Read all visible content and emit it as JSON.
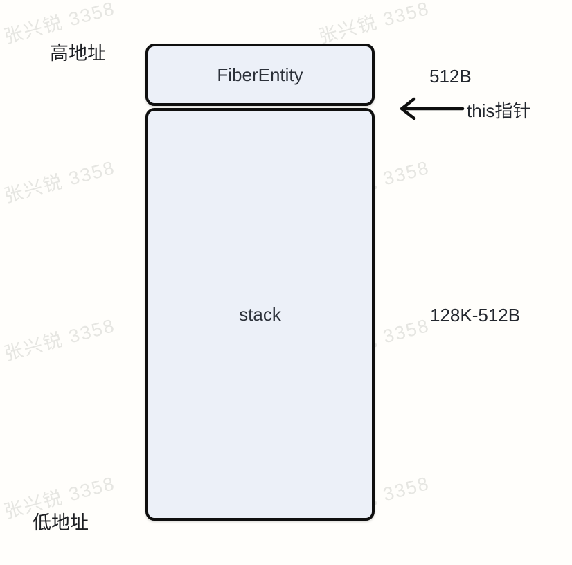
{
  "watermark": {
    "text": "张兴锐 3358"
  },
  "labels": {
    "high_address": "高地址",
    "low_address": "低地址"
  },
  "diagram": {
    "fiber_box": {
      "label": "FiberEntity",
      "size": "512B"
    },
    "stack_box": {
      "label": "stack",
      "size": "128K-512B"
    },
    "pointer": {
      "label": "this指针"
    }
  },
  "colors": {
    "background": "#fffefb",
    "box_fill": "#ecf0f8",
    "box_border": "#0f0f0f",
    "text": "#23272e",
    "watermark": "#e6e6e2"
  }
}
